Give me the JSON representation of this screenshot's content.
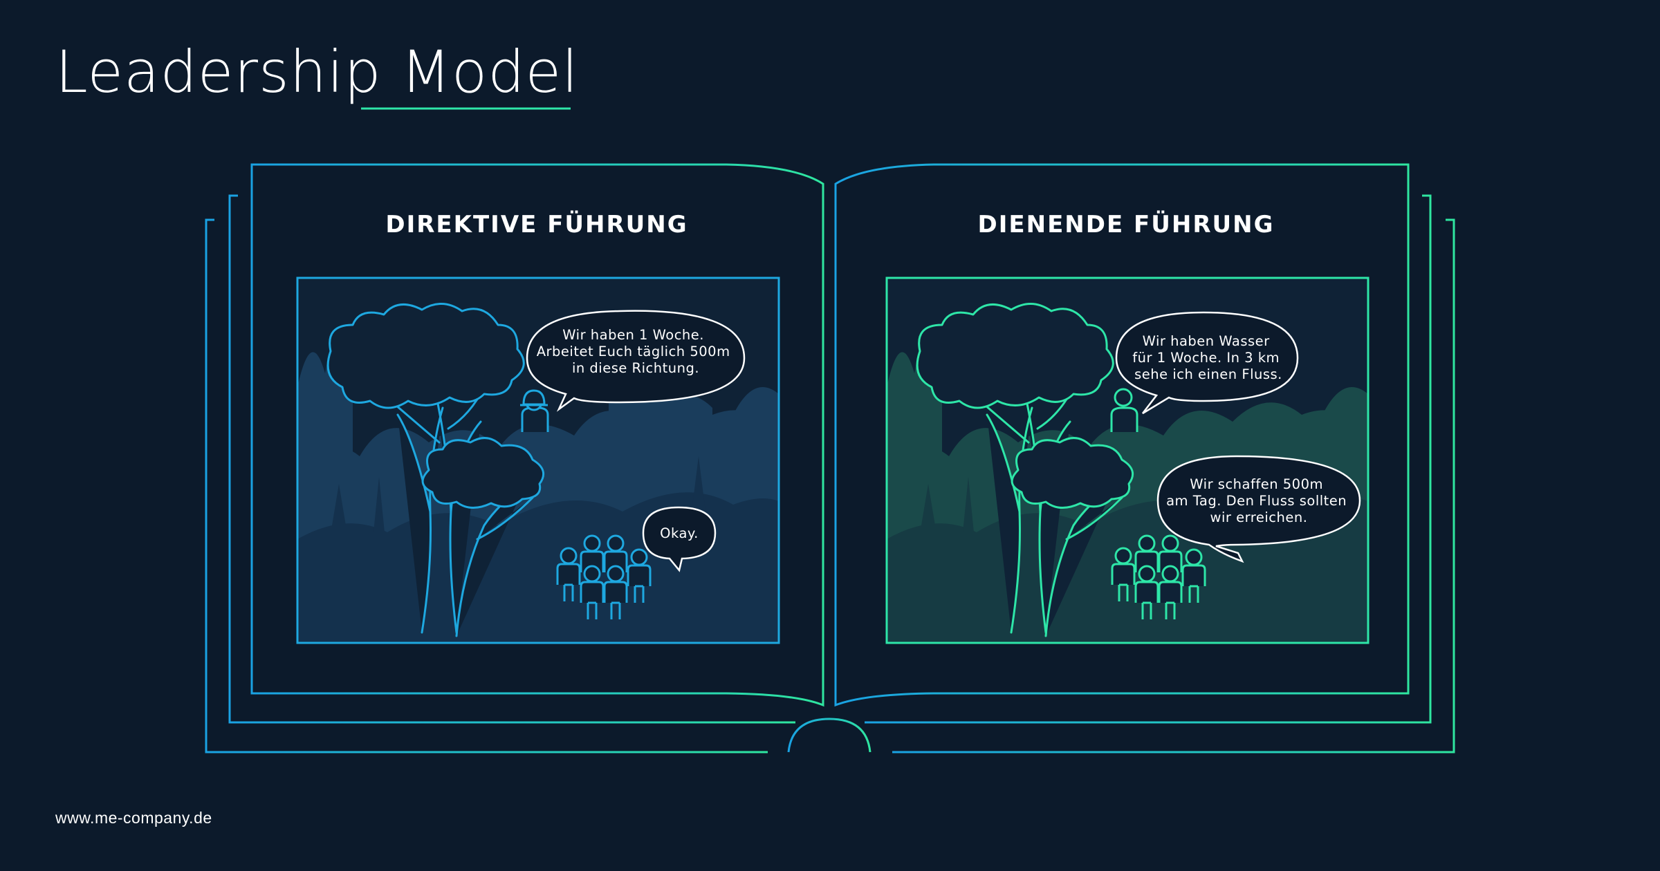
{
  "title": "Leadership Model",
  "website": "www.me-company.de",
  "colors": {
    "background": "#0c1a2b",
    "blue": "#1ea8e0",
    "green": "#2ee6a8",
    "text": "#ffffff"
  },
  "left_panel": {
    "heading": "DIREKTIVE FÜHRUNG",
    "leader_bubble": [
      "Wir haben 1 Woche.",
      "Arbeitet Euch täglich 500m",
      "in diese Richtung."
    ],
    "team_bubble": [
      "Okay."
    ]
  },
  "right_panel": {
    "heading": "DIENENDE FÜHRUNG",
    "leader_bubble": [
      "Wir haben Wasser",
      "für 1 Woche. In 3 km",
      "sehe ich einen Fluss."
    ],
    "team_bubble": [
      "Wir schaffen 500m",
      "am Tag. Den Fluss sollten",
      "wir erreichen."
    ]
  }
}
